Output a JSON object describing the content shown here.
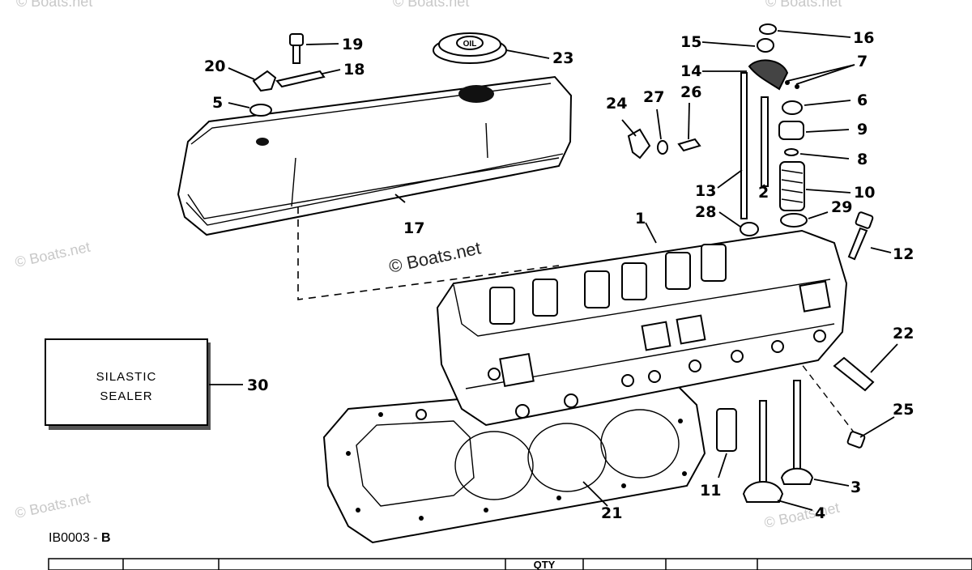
{
  "diagram": {
    "code_prefix": "IB0003 - ",
    "code_suffix": "B",
    "sealer_box": {
      "line1": "SILASTIC",
      "line2": "SEALER"
    },
    "watermark_main": "© Boats.net",
    "watermark_faint": "© Boats.net",
    "callouts": [
      {
        "id": "c1",
        "text": "1"
      },
      {
        "id": "c2",
        "text": "2"
      },
      {
        "id": "c3",
        "text": "3"
      },
      {
        "id": "c4",
        "text": "4"
      },
      {
        "id": "c5",
        "text": "5"
      },
      {
        "id": "c6",
        "text": "6"
      },
      {
        "id": "c7",
        "text": "7"
      },
      {
        "id": "c8",
        "text": "8"
      },
      {
        "id": "c9",
        "text": "9"
      },
      {
        "id": "c10",
        "text": "10"
      },
      {
        "id": "c11",
        "text": "11"
      },
      {
        "id": "c12",
        "text": "12"
      },
      {
        "id": "c13",
        "text": "13"
      },
      {
        "id": "c14",
        "text": "14"
      },
      {
        "id": "c15",
        "text": "15"
      },
      {
        "id": "c16",
        "text": "16"
      },
      {
        "id": "c17",
        "text": "17"
      },
      {
        "id": "c18",
        "text": "18"
      },
      {
        "id": "c19",
        "text": "19"
      },
      {
        "id": "c20",
        "text": "20"
      },
      {
        "id": "c21",
        "text": "21"
      },
      {
        "id": "c22",
        "text": "22"
      },
      {
        "id": "c23",
        "text": "23"
      },
      {
        "id": "c24",
        "text": "24"
      },
      {
        "id": "c25",
        "text": "25"
      },
      {
        "id": "c26",
        "text": "26"
      },
      {
        "id": "c27",
        "text": "27"
      },
      {
        "id": "c28",
        "text": "28"
      },
      {
        "id": "c29",
        "text": "29"
      },
      {
        "id": "c30",
        "text": "30"
      }
    ],
    "oil_cap_label": "OIL",
    "table_header_partial": "QTY"
  }
}
